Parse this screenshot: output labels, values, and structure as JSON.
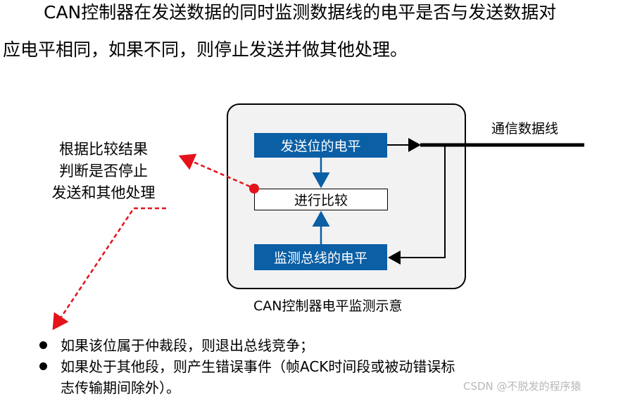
{
  "paragraph": {
    "line1": "CAN控制器在发送数据的同时监测数据线的电平是否与发送数据对",
    "line2": "应电平相同，如果不同，则停止发送并做其他处理。"
  },
  "diagram": {
    "box_send": "发送位的电平",
    "box_compare": "进行比较",
    "box_monitor": "监测总线的电平",
    "bus_label": "通信数据线",
    "caption": "CAN控制器电平监测示意",
    "note": [
      "根据比较结果",
      "判断是否停止",
      "发送和其他处理"
    ]
  },
  "bullets": [
    {
      "text": "如果该位属于仲裁段，则退出总线竞争；",
      "cont": ""
    },
    {
      "text": "如果处于其他段，则产生错误事件（帧ACK时间段或被动错误标",
      "cont": "志传输期间除外）。"
    }
  ],
  "watermark": "CSDN @不脱发的程序猿",
  "colors": {
    "box_fill": "#0b5fa5",
    "arrow_red": "#e3121b",
    "panel_bg": "#f2f2f2"
  }
}
